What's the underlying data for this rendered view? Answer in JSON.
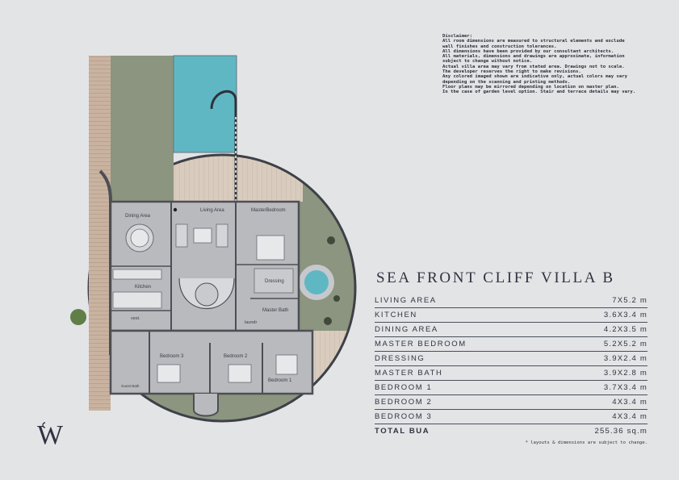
{
  "disclaimer": {
    "title": "Disclaimer:",
    "lines": [
      "All room dimensions are measured to structural elements and exclude",
      "wall finishes and construction tolerances.",
      "All dimensions have been provided by our consultant architects.",
      "All materials, dimensions and drawings are approximate, information",
      "subject to change without notice.",
      "Actual villa area may vary from stated area. Drawings not to scale.",
      "The developer reserves the right to make revisions.",
      "Any colored imaged shown are indicative only, actual colors may vary",
      "depending on the scanning and printing methods.",
      "Floor plans may be mirrored depending on location on master plan.",
      "In the case of garden level option. Stair and terrace details may vary."
    ]
  },
  "villa_title": "SEA FRONT CLIFF VILLA B",
  "areas": [
    {
      "name": "LIVING AREA",
      "value": "7X5.2 m"
    },
    {
      "name": "KITCHEN",
      "value": "3.6X3.4 m"
    },
    {
      "name": "DINING AREA",
      "value": "4.2X3.5 m"
    },
    {
      "name": "MASTER BEDROOM",
      "value": "5.2X5.2 m"
    },
    {
      "name": "DRESSING",
      "value": "3.9X2.4 m"
    },
    {
      "name": "MASTER BATH",
      "value": "3.9X2.8 m"
    },
    {
      "name": "BEDROOM 1",
      "value": "3.7X3.4 m"
    },
    {
      "name": "BEDROOM 2",
      "value": "4X3.4 m"
    },
    {
      "name": "BEDROOM 3",
      "value": "4X3.4 m"
    }
  ],
  "total": {
    "name": "TOTAL BUA",
    "value": "255.36 sq.m"
  },
  "footnote": "* layouts & dimensions are subject to change.",
  "plan_labels": {
    "dining": "Dining Area",
    "living": "Living Area",
    "master_bedroom": "MasterBedroom",
    "kitchen": "Kitchen",
    "dressing": "Dressing",
    "master_bath": "Master Bath",
    "laundry": "laundr",
    "vest": "vest.",
    "bedroom3": "Bedroom 3",
    "bedroom2": "Bedroom 2",
    "bedroom1": "Bedroom 1",
    "guest_bath": "Guest Bath"
  },
  "logo_letter": "W",
  "colors": {
    "background": "#e3e4e6",
    "lawn": "#8a9480",
    "pool": "#5fb7c4",
    "deck": "#d8cbbd",
    "floor": "#b8b9bd",
    "wall": "#4d4f55",
    "text": "#2f3340"
  }
}
